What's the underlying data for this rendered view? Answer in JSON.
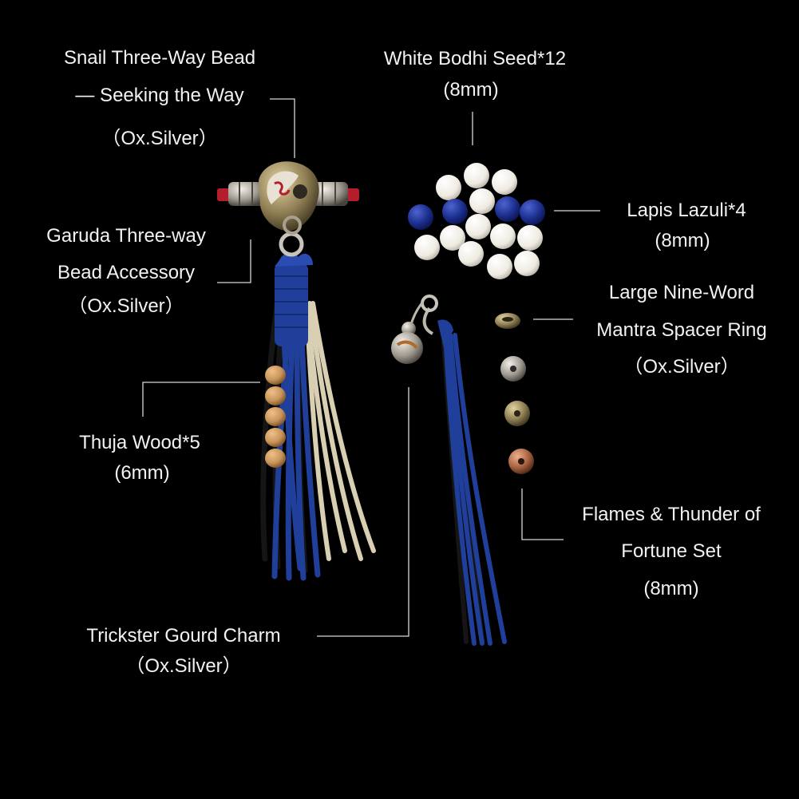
{
  "labels": {
    "snail_line1": "Snail Three-Way Bead",
    "snail_line2": "— Seeking the Way",
    "snail_line3": "（Ox.Silver）",
    "bodhi_line1": "White Bodhi Seed*12",
    "bodhi_line2": "(8mm)",
    "garuda_line1": "Garuda Three-way",
    "garuda_line2": "Bead Accessory",
    "garuda_line3": "（Ox.Silver）",
    "lapis_line1": "Lapis Lazuli*4",
    "lapis_line2": "(8mm)",
    "mantra_line1": "Large Nine-Word",
    "mantra_line2": "Mantra Spacer Ring",
    "mantra_line3": "（Ox.Silver）",
    "thuja_line1": "Thuja Wood*5",
    "thuja_line2": "(6mm)",
    "flames_line1": "Flames & Thunder of",
    "flames_line2": "Fortune Set",
    "flames_line3": "(8mm)",
    "gourd_line1": "Trickster Gourd Charm",
    "gourd_line2": "（Ox.Silver）"
  },
  "colors": {
    "background": "#000000",
    "text": "#f2f2f2",
    "leader_line": "#d8d8d8",
    "cord_blue": "#1f3f9a",
    "cord_black": "#141414",
    "cord_cream": "#d9cfb3",
    "bodhi_white": "#f4f1ea",
    "lapis_blue": "#1d2f8f",
    "thuja_wood": "#c8955a",
    "silver": "#b9b4aa",
    "copper": "#a5613f"
  }
}
